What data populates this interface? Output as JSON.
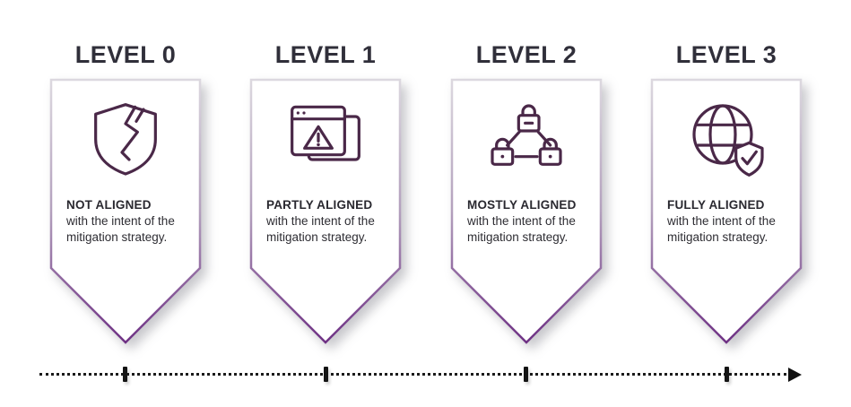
{
  "levels": [
    {
      "title": "LEVEL 0",
      "icon": "broken-shield-icon",
      "heading": "NOT ALIGNED",
      "body": "with the intent of the mitigation strategy."
    },
    {
      "title": "LEVEL 1",
      "icon": "warning-window-icon",
      "heading": "PARTLY ALIGNED",
      "body": "with the intent of the mitigation strategy."
    },
    {
      "title": "LEVEL 2",
      "icon": "lock-network-icon",
      "heading": "MOSTLY ALIGNED",
      "body": "with the intent of the mitigation strategy."
    },
    {
      "title": "LEVEL 3",
      "icon": "globe-shield-check-icon",
      "heading": "FULLY ALIGNED",
      "body": "with the intent of the mitigation strategy."
    }
  ],
  "colors": {
    "accent_purple": "#6e3184",
    "card_border_top": "#dcd8df",
    "card_border_mid": "#b3a0bd",
    "icon_stroke": "#4a2848",
    "title_text": "#302f3a",
    "body_text": "#2e2d33",
    "timeline": "#1b1b1b"
  },
  "timeline": {
    "tick_count": 4,
    "end": "right-arrow"
  }
}
